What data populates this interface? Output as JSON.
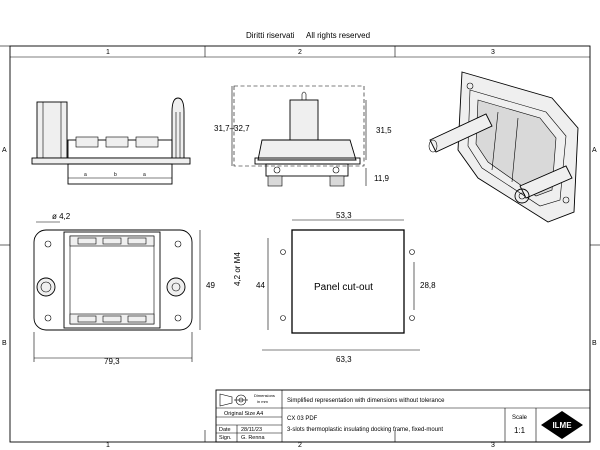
{
  "header": {
    "rights_it": "Diritti riservati",
    "rights_en": "All rights reserved"
  },
  "zones": {
    "columns": [
      "1",
      "2",
      "3"
    ],
    "rows": [
      "A",
      "B"
    ]
  },
  "dimensions": {
    "hole_diameter": "ø 4,2",
    "height_range": "31,7–32,7",
    "height_fixed": "31,5",
    "base_height": "11,9",
    "frame_width": "79,3",
    "frame_height": "49",
    "cutout_width_top": "53,3",
    "cutout_width_bottom": "63,3",
    "cutout_height_left": "44",
    "cutout_height_right": "28,8",
    "cutout_hole": "4,2  or  M4",
    "cutout_label": "Panel cut-out",
    "slot_marks": [
      "a",
      "b",
      "a"
    ]
  },
  "title_block": {
    "dimensions_label": "Dimensions",
    "dimensions_unit": "in mm",
    "note": "Simplified representation with dimensions without tolerance",
    "original_size": "Original Size A4",
    "date_label": "Date",
    "date_value": "28/11/23",
    "sign_label": "Sign.",
    "sign_value": "G. Renna",
    "code": "CX 03 PDF",
    "description": "3-slots thermoplastic insulating docking frame, fixed-mount",
    "scale_label": "Scale",
    "scale_value": "1:1",
    "logo": "ILME"
  }
}
